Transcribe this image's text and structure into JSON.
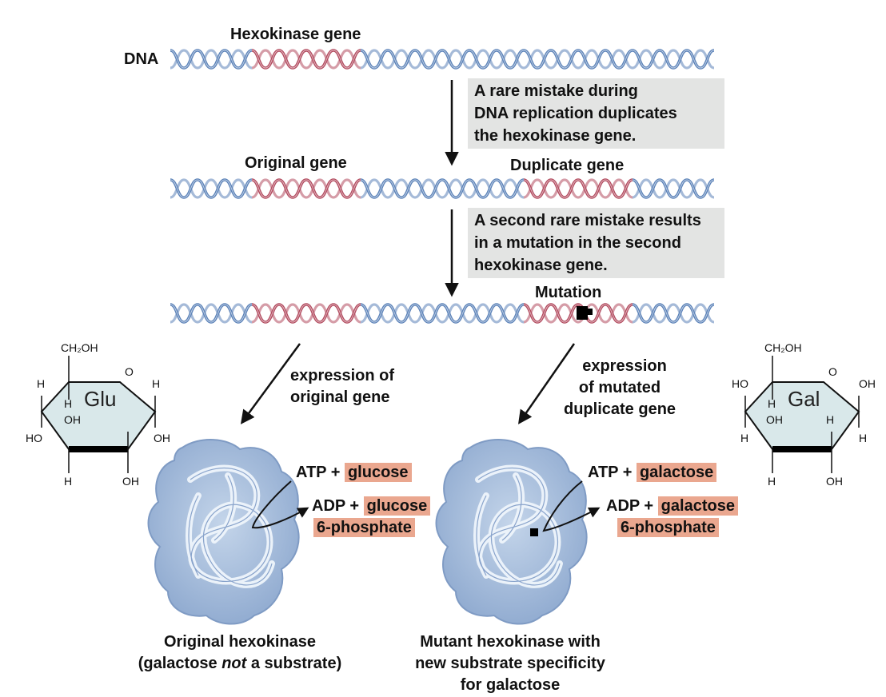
{
  "labels": {
    "hexokinase_gene": "Hexokinase gene",
    "dna": "DNA",
    "original_gene": "Original gene",
    "duplicate_gene": "Duplicate gene",
    "mutation": "Mutation"
  },
  "step1": {
    "lines": [
      "A rare mistake during",
      "DNA replication duplicates",
      "the hexokinase gene."
    ]
  },
  "step2": {
    "lines": [
      "A second rare mistake results",
      "in a mutation in the second",
      "hexokinase gene."
    ]
  },
  "expression_left": {
    "lines": [
      "expression of",
      "original gene"
    ]
  },
  "expression_right": {
    "lines": [
      "expression",
      "of mutated",
      "duplicate gene"
    ]
  },
  "glucose_molecule": {
    "name": "Glu",
    "top_group": "CH₂OH",
    "ring_o": "O",
    "atoms": [
      "H",
      "H",
      "OH",
      "H",
      "HO",
      "OH",
      "H",
      "OH"
    ]
  },
  "galactose_molecule": {
    "name": "Gal",
    "top_group": "CH₂OH",
    "ring_o": "O",
    "atoms": [
      "HO",
      "H",
      "OH",
      "H",
      "H",
      "OH",
      "H",
      "OH"
    ]
  },
  "reaction_left": {
    "line1_prefix": "ATP + ",
    "line1_hl": "glucose",
    "line2_prefix": "ADP + ",
    "line2_hl": "glucose",
    "line3_hl": "6-phosphate"
  },
  "reaction_right": {
    "line1_prefix": "ATP + ",
    "line1_hl": "galactose",
    "line2_prefix": "ADP + ",
    "line2_hl": "galactose",
    "line3_hl": "6-phosphate"
  },
  "caption_left": {
    "line1": "Original hexokinase",
    "line2_pre": "(galactose ",
    "line2_em": "not",
    "line2_post": " a substrate)"
  },
  "caption_right": {
    "lines": [
      "Mutant hexokinase with",
      "new substrate specificity",
      "for galactose"
    ]
  },
  "colors": {
    "dna_blue": "#5b82b8",
    "dna_red": "#b24a5e",
    "step_box": "#e3e4e3",
    "highlight": "#eaa78f",
    "protein": "#a9c0dd",
    "ring_fill": "#d9e8ea"
  }
}
